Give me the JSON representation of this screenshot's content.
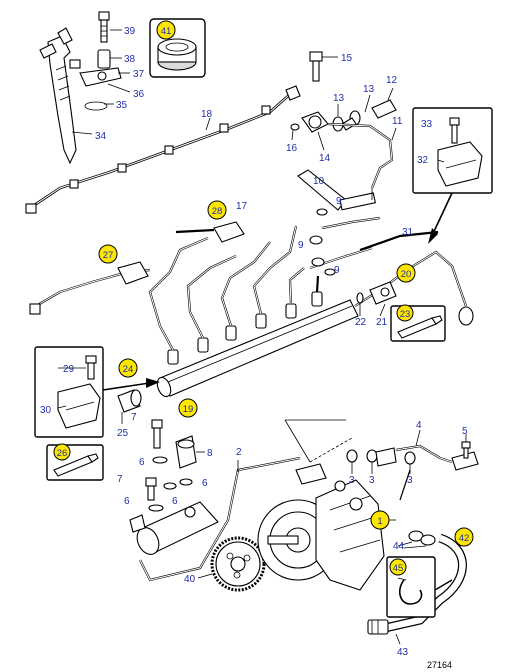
{
  "drawing_number": "27164",
  "callouts": [
    {
      "id": "c39",
      "label": "39"
    },
    {
      "id": "c38",
      "label": "38"
    },
    {
      "id": "c37",
      "label": "37"
    },
    {
      "id": "c36",
      "label": "36"
    },
    {
      "id": "c35",
      "label": "35"
    },
    {
      "id": "c34",
      "label": "34"
    },
    {
      "id": "c18",
      "label": "18"
    },
    {
      "id": "c15",
      "label": "15"
    },
    {
      "id": "c16",
      "label": "16"
    },
    {
      "id": "c14",
      "label": "14"
    },
    {
      "id": "c13a",
      "label": "13"
    },
    {
      "id": "c13b",
      "label": "13"
    },
    {
      "id": "c12",
      "label": "12"
    },
    {
      "id": "c11",
      "label": "11"
    },
    {
      "id": "c33",
      "label": "33"
    },
    {
      "id": "c32",
      "label": "32"
    },
    {
      "id": "c17",
      "label": "17"
    },
    {
      "id": "c10",
      "label": "10"
    },
    {
      "id": "c9a",
      "label": "9"
    },
    {
      "id": "c9b",
      "label": "9"
    },
    {
      "id": "c9c",
      "label": "9"
    },
    {
      "id": "c31",
      "label": "31"
    },
    {
      "id": "c21",
      "label": "21"
    },
    {
      "id": "c22",
      "label": "22"
    },
    {
      "id": "c25",
      "label": "25"
    },
    {
      "id": "c7a",
      "label": "7"
    },
    {
      "id": "c7b",
      "label": "7"
    },
    {
      "id": "c8",
      "label": "8"
    },
    {
      "id": "c6a",
      "label": "6"
    },
    {
      "id": "c6b",
      "label": "6"
    },
    {
      "id": "c6c",
      "label": "6"
    },
    {
      "id": "c6d",
      "label": "6"
    },
    {
      "id": "c2",
      "label": "2"
    },
    {
      "id": "c3a",
      "label": "3"
    },
    {
      "id": "c3b",
      "label": "3"
    },
    {
      "id": "c3c",
      "label": "3"
    },
    {
      "id": "c4",
      "label": "4"
    },
    {
      "id": "c5",
      "label": "5"
    },
    {
      "id": "c1",
      "label": "1"
    },
    {
      "id": "c44",
      "label": "44"
    },
    {
      "id": "c40",
      "label": "40"
    },
    {
      "id": "c43",
      "label": "43"
    }
  ],
  "circled_callouts": [
    {
      "id": "k41",
      "label": "41"
    },
    {
      "id": "k28",
      "label": "28"
    },
    {
      "id": "k27",
      "label": "27"
    },
    {
      "id": "k20",
      "label": "20"
    },
    {
      "id": "k24",
      "label": "24"
    },
    {
      "id": "k19",
      "label": "19"
    },
    {
      "id": "k42",
      "label": "42"
    }
  ],
  "boxed_callouts": [
    {
      "id": "b23",
      "label": "23"
    },
    {
      "id": "b29",
      "label": "29"
    },
    {
      "id": "b30",
      "label": "30"
    },
    {
      "id": "b26",
      "label": "26"
    },
    {
      "id": "b45",
      "label": "45"
    }
  ]
}
